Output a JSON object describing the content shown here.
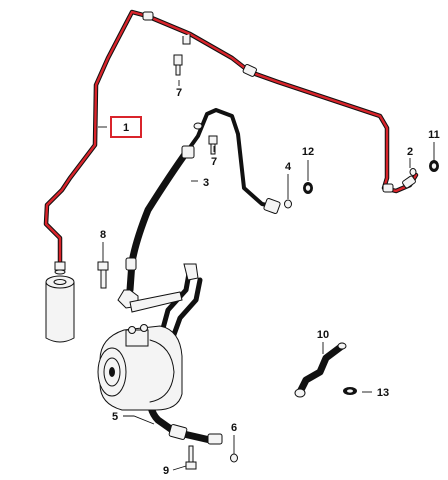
{
  "diagram": {
    "highlight_color": "#d9242b",
    "callouts": {
      "c1": "1",
      "c2": "2",
      "c3": "3",
      "c4": "4",
      "c5": "5",
      "c6": "6",
      "c7a": "7",
      "c7b": "7",
      "c8": "8",
      "c9": "9",
      "c10": "10",
      "c11": "11",
      "c12": "12",
      "c13": "13"
    }
  }
}
